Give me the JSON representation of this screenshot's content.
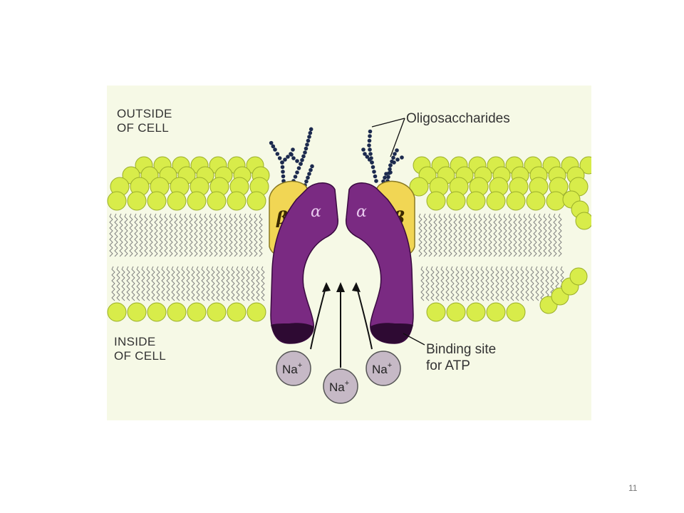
{
  "labels": {
    "outside_line1": "OUTSIDE",
    "outside_line2": "OF CELL",
    "inside_line1": "INSIDE",
    "inside_line2": "OF CELL",
    "oligosaccharides": "Oligosaccharides",
    "binding_line1": "Binding site",
    "binding_line2": "for ATP"
  },
  "subunits": {
    "alpha_left": "α",
    "alpha_right": "α",
    "beta_left": "β",
    "beta_right": "β"
  },
  "ions": {
    "left": {
      "symbol": "Na",
      "charge": "+"
    },
    "center": {
      "symbol": "Na",
      "charge": "+"
    },
    "right": {
      "symbol": "Na",
      "charge": "+"
    }
  },
  "colors": {
    "background": "#f6f9e6",
    "lipid_head": "#d8ec4a",
    "lipid_head_stroke": "#9aae2a",
    "alpha_subunit": "#7a2a82",
    "alpha_dark": "#2e0a33",
    "beta_subunit": "#f1d654",
    "ion_fill": "#c6b9c6",
    "oligosaccharide": "#1c2a4e"
  },
  "page_number": "11"
}
